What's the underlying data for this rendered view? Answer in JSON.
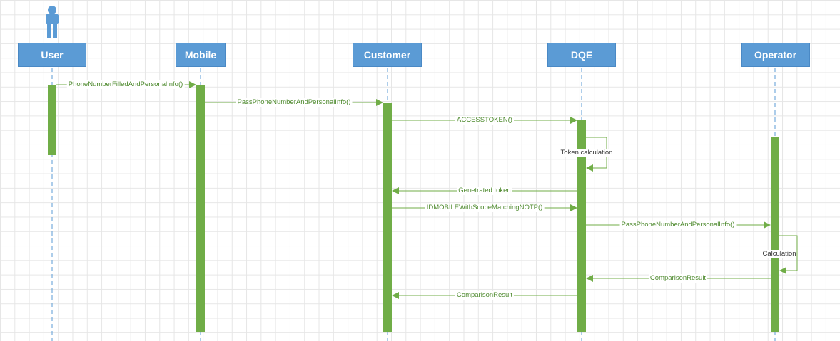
{
  "participants": [
    {
      "id": "user",
      "label": "User",
      "actor_icon": "person-icon"
    },
    {
      "id": "mobile",
      "label": "Mobile"
    },
    {
      "id": "customer",
      "label": "Customer"
    },
    {
      "id": "dqe",
      "label": "DQE"
    },
    {
      "id": "operator",
      "label": "Operator"
    }
  ],
  "messages": [
    {
      "from": "user",
      "to": "mobile",
      "label": "PhoneNumberFilledAndPersonalInfo()"
    },
    {
      "from": "mobile",
      "to": "customer",
      "label": "PassPhoneNumberAndPersonalInfo()"
    },
    {
      "from": "customer",
      "to": "dqe",
      "label": "ACCESSTOKEN()"
    },
    {
      "from": "dqe",
      "to": "dqe",
      "label": "Token calculation"
    },
    {
      "from": "dqe",
      "to": "customer",
      "label": "Genetrated token"
    },
    {
      "from": "customer",
      "to": "dqe",
      "label": "IDMOBILEWithScopeMatchingNOTP()"
    },
    {
      "from": "dqe",
      "to": "operator",
      "label": "PassPhoneNumberAndPersonalInfo()"
    },
    {
      "from": "operator",
      "to": "operator",
      "label": "Calculation"
    },
    {
      "from": "operator",
      "to": "dqe",
      "label": "ComparisonResult"
    },
    {
      "from": "dqe",
      "to": "customer",
      "label": "ComparisonResult"
    }
  ],
  "colors": {
    "participant_fill": "#5b9bd5",
    "activation_fill": "#70ad47",
    "message_line": "#70ad47",
    "message_text": "#4e8a2e",
    "lifeline": "#5b9bd5",
    "grid": "#e6e6e6"
  }
}
